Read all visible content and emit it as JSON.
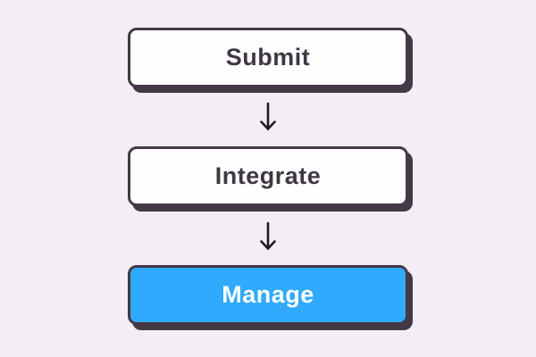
{
  "colors": {
    "background": "#f3eef4",
    "border": "#443947",
    "box_fill": "#fefefe",
    "active_fill": "#2faafc",
    "text_dark": "#3f3744",
    "text_light": "#ffffff",
    "arrow": "#1d1d1f"
  },
  "flow": {
    "steps": [
      {
        "label": "Submit",
        "variant": "default"
      },
      {
        "label": "Integrate",
        "variant": "default"
      },
      {
        "label": "Manage",
        "variant": "active"
      }
    ],
    "connector_icon": "down-arrow"
  }
}
